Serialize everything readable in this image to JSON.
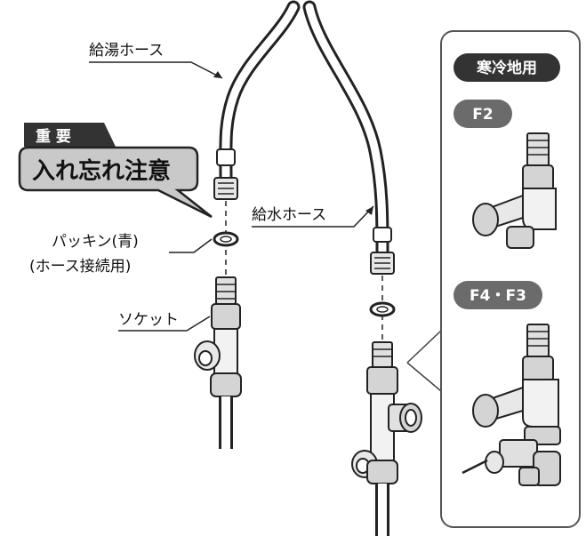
{
  "labels": {
    "hot_hose": "給湯ホース",
    "cold_hose": "給水ホース",
    "packing_line1": "パッキン(青)",
    "packing_line2": "(ホース接続用)",
    "socket": "ソケット"
  },
  "notice": {
    "tag": "重 要",
    "text": "入れ忘れ注意"
  },
  "panel": {
    "title": "寒冷地用",
    "variant_a": "F2",
    "variant_b": "F4・F3"
  },
  "colors": {
    "dark_pill": "#333333",
    "gray_pill": "#6b6b6b",
    "notice_fill": "#c9c9c9",
    "fitting_fill": "#d9d9d9"
  }
}
